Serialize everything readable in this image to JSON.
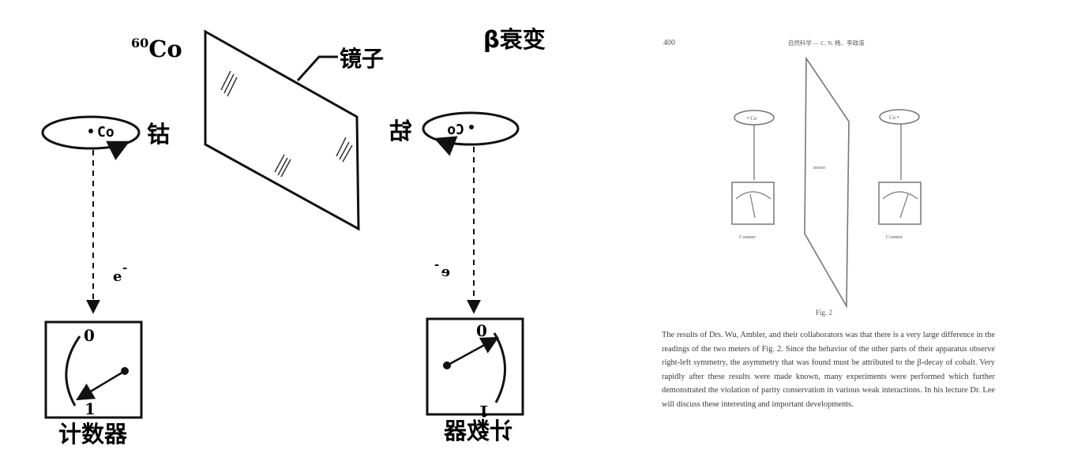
{
  "left_figure": {
    "isotope_label_super": "60",
    "isotope_label_main": "Co",
    "decay_label": "β衰变",
    "mirror_label": "镜子",
    "cobalt_char": "钴",
    "co_symbol": "Co",
    "electron_label": "e",
    "electron_charge": "-",
    "gauge_top": "0",
    "gauge_bottom": "1",
    "counter_label": "计数器"
  },
  "page_scan": {
    "page_number": "400",
    "running_head": "自然科学 — C. N. 杨、李政道",
    "mirror_text": "mirror",
    "left_gauge_label": "Counter",
    "right_gauge_label": "Counter",
    "left_source_label": "• Co",
    "right_source_label": "Co •",
    "fig_caption": "Fig. 2",
    "paragraph": "The results of Drs. Wu, Ambler, and their collaborators was that there is a very large difference in the readings of the two meters of Fig. 2. Since the behavior of the other parts of their apparatus observe right-left symmetry, the asymmetry that was found must be attributed to the β-decay of cobalt. Very rapidly after these results were made known, many experiments were performed which further demonstrated the violation of parity conservation in various weak interactions. In his lecture Dr. Lee will discuss these interesting and important developments."
  }
}
